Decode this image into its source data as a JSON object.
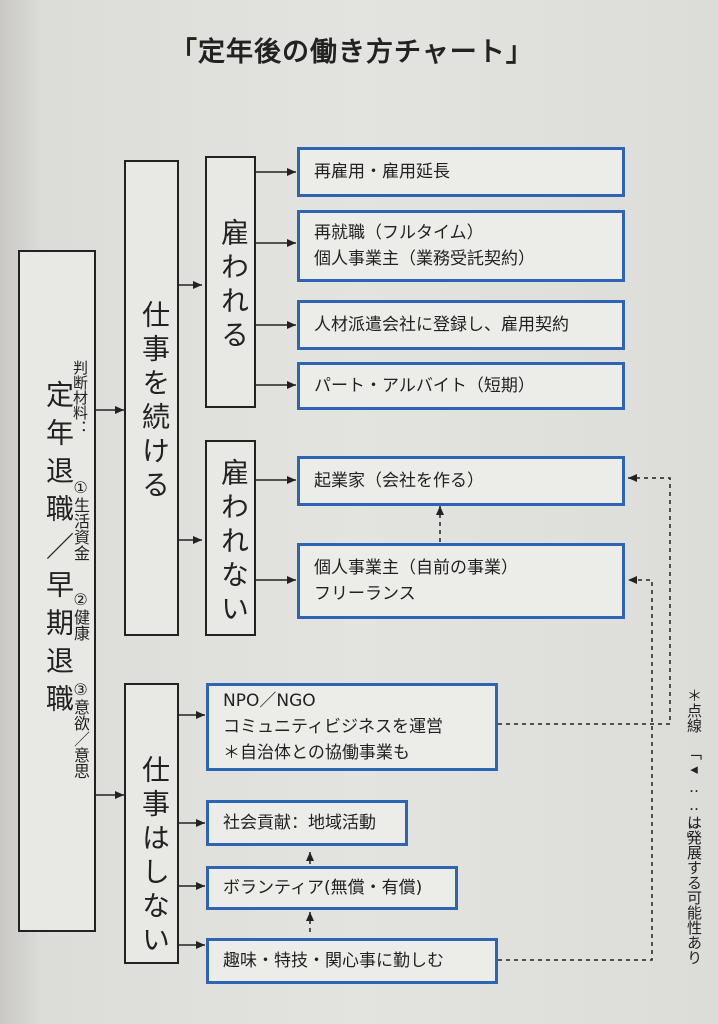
{
  "title": "「定年後の働き方チャート」",
  "root": "定年退職／早期退職",
  "criteria": {
    "label": "判断材料：",
    "item1": "①生活資金",
    "item2": "②健康",
    "item3": "③意欲／意思"
  },
  "branches": {
    "continue_work": "仕事を続ける",
    "employed": "雇われる",
    "not_employed": "雇われない",
    "no_work": "仕事はしない"
  },
  "outcomes": {
    "reemployment": "再雇用・雇用延長",
    "rejob_line1": "再就職（フルタイム）",
    "rejob_line2": "個人事業主（業務受託契約）",
    "staffing": "人材派遣会社に登録し、雇用契約",
    "parttime": "パート・アルバイト（短期）",
    "founder": "起業家（会社を作る）",
    "sole_line1": "個人事業主（自前の事業）",
    "sole_line2": "フリーランス",
    "npo_line1": "NPO／NGO",
    "npo_line2": "コミュニティビジネスを運営",
    "npo_line3": "＊自治体との協働事業も",
    "contribution": "社会貢献：地域活動",
    "volunteer": "ボランティア(無償・有償)",
    "hobby": "趣味・特技・関心事に勤しむ"
  },
  "note": {
    "part1": "＊点線",
    "part2": "「◂‥‥‥」",
    "part3": "は発展する可能性あり"
  },
  "colors": {
    "accent_border": "#2d64b4",
    "line": "#222222"
  }
}
